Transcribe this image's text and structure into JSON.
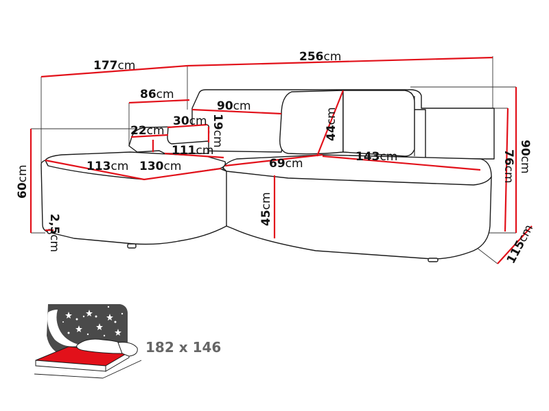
{
  "dimensions": {
    "width_chaise": {
      "value": "177",
      "unit": "cm"
    },
    "width_total": {
      "value": "256",
      "unit": "cm"
    },
    "armrest_width": {
      "value": "86",
      "unit": "cm"
    },
    "back_cushion_width": {
      "value": "90",
      "unit": "cm"
    },
    "small_cushion_width": {
      "value": "30",
      "unit": "cm"
    },
    "cushion_depth_19": {
      "value": "19",
      "unit": "cm"
    },
    "armrest_height": {
      "value": "22",
      "unit": "cm"
    },
    "cushion_height": {
      "value": "44",
      "unit": "cm"
    },
    "seat_inner_depth": {
      "value": "111",
      "unit": "cm"
    },
    "chaise_depth": {
      "value": "113",
      "unit": "cm"
    },
    "chaise_length": {
      "value": "130",
      "unit": "cm"
    },
    "seat_depth": {
      "value": "69",
      "unit": "cm"
    },
    "seat_width": {
      "value": "143",
      "unit": "cm"
    },
    "seat_height": {
      "value": "45",
      "unit": "cm"
    },
    "side_height": {
      "value": "60",
      "unit": "cm"
    },
    "leg_height": {
      "value": "2,5",
      "unit": "cm"
    },
    "back_height": {
      "value": "76",
      "unit": "cm"
    },
    "total_height": {
      "value": "90",
      "unit": "cm"
    },
    "total_depth": {
      "value": "115",
      "unit": "cm"
    }
  },
  "sleeping_area": {
    "label": "182 x 146"
  },
  "colors": {
    "dimension_line": "#e2111a",
    "outline": "#1a1a1a",
    "mattress": "#e2111a",
    "night_panel": "#4a4a4a"
  }
}
